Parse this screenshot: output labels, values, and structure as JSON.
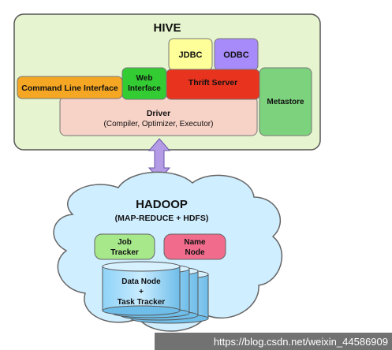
{
  "hive": {
    "title": "HIVE",
    "jdbc": "JDBC",
    "odbc": "ODBC",
    "cli": "Command Line Interface",
    "web_line1": "Web",
    "web_line2": "Interface",
    "thrift": "Thrift Server",
    "metastore": "Metastore",
    "driver_title": "Driver",
    "driver_sub": "(Compiler, Optimizer, Executor)"
  },
  "hadoop": {
    "title": "HADOOP",
    "subtitle": "(MAP-REDUCE + HDFS)",
    "job_line1": "Job",
    "job_line2": "Tracker",
    "name_line1": "Name",
    "name_line2": "Node",
    "data_line1": "Data Node",
    "data_line2": "+",
    "data_line3": "Task Tracker"
  },
  "watermark": {
    "text": "https://blog.csdn.net/weixin_44586909"
  },
  "colors": {
    "hive_bg": "#e6f5cf",
    "cloud_fill": "#cfeeff",
    "cli": "#f5a623",
    "web": "#33cc33",
    "thrift": "#e8331e",
    "jdbc": "#ffff99",
    "odbc": "#a78bfa",
    "metastore": "#7dd37d",
    "driver": "#f7d2c6",
    "job": "#a6e88a",
    "name": "#f06b8c",
    "datanode": "#7fc8f2",
    "arrow": "#b49be6"
  }
}
